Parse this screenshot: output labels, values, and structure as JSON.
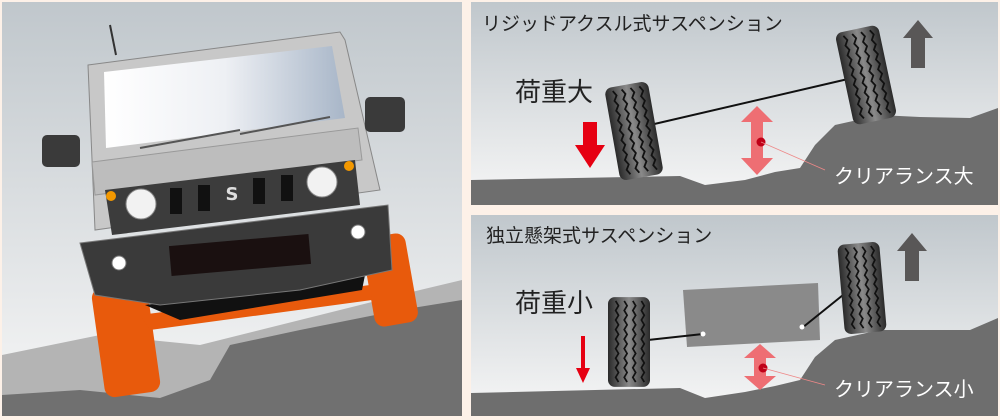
{
  "left_panel": {
    "emblem": "S"
  },
  "rigid_panel": {
    "title": "リジッドアクスル式サスペンション",
    "load_label": "荷重大",
    "clearance_label": "クリアランス大"
  },
  "independent_panel": {
    "title": "独立懸架式サスペンション",
    "load_label": "荷重小",
    "clearance_label": "クリアランス小"
  },
  "colors": {
    "load_arrow": "#e60012",
    "clearance_arrow": "#ee6e73",
    "ground": "#6e6e6e",
    "lift_arrow": "#595757",
    "tire_highlight": "#e85a0c"
  }
}
